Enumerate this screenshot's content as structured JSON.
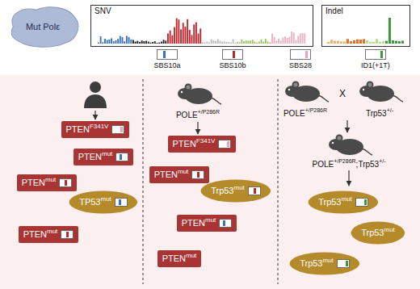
{
  "diagram": {
    "nodes": [
      {
        "text": [
          "Mut Polε"
        ]
      },
      {
        "text": [
          "SNV"
        ]
      },
      {
        "text": [
          "Indel"
        ]
      },
      {
        "text": [
          "PTEN",
          "F341V"
        ]
      },
      {
        "text": [
          "PTEN",
          "mut"
        ]
      },
      {
        "text": [
          "PTEN",
          "mut"
        ]
      },
      {
        "text": [
          "TP53",
          "mut"
        ]
      },
      {
        "text": [
          "PTEN",
          "mut"
        ]
      },
      {
        "text": [
          "PTEN",
          "F341V"
        ]
      },
      {
        "text": [
          "PTEN",
          "mut"
        ]
      },
      {
        "text": [
          "Trp53",
          "mut"
        ]
      },
      {
        "text": [
          "PTEN",
          "mut"
        ]
      },
      {
        "text": [
          "PTEN",
          "mut"
        ]
      },
      {
        "text": [
          "Trp53",
          "mut"
        ]
      },
      {
        "text": [
          "Trp53",
          "mut"
        ]
      },
      {
        "text": [
          "Trp53",
          "mut"
        ]
      }
    ],
    "labels": [
      "POLE",
      "+/P286R",
      "POLE",
      "+/P286R",
      "X",
      "Trp53",
      "+/-",
      "POLE",
      "+/P286R",
      ";Trp53",
      "+/-"
    ],
    "legend": [
      {
        "text": "SBS10a",
        "color": "#3f6fb5"
      },
      {
        "text": "SBS10b",
        "color": "#b5282e"
      },
      {
        "text": "SBS28",
        "color": "#e7a3b8"
      },
      {
        "text": "ID1(+1T)",
        "color": "#3d9a40"
      }
    ]
  }
}
